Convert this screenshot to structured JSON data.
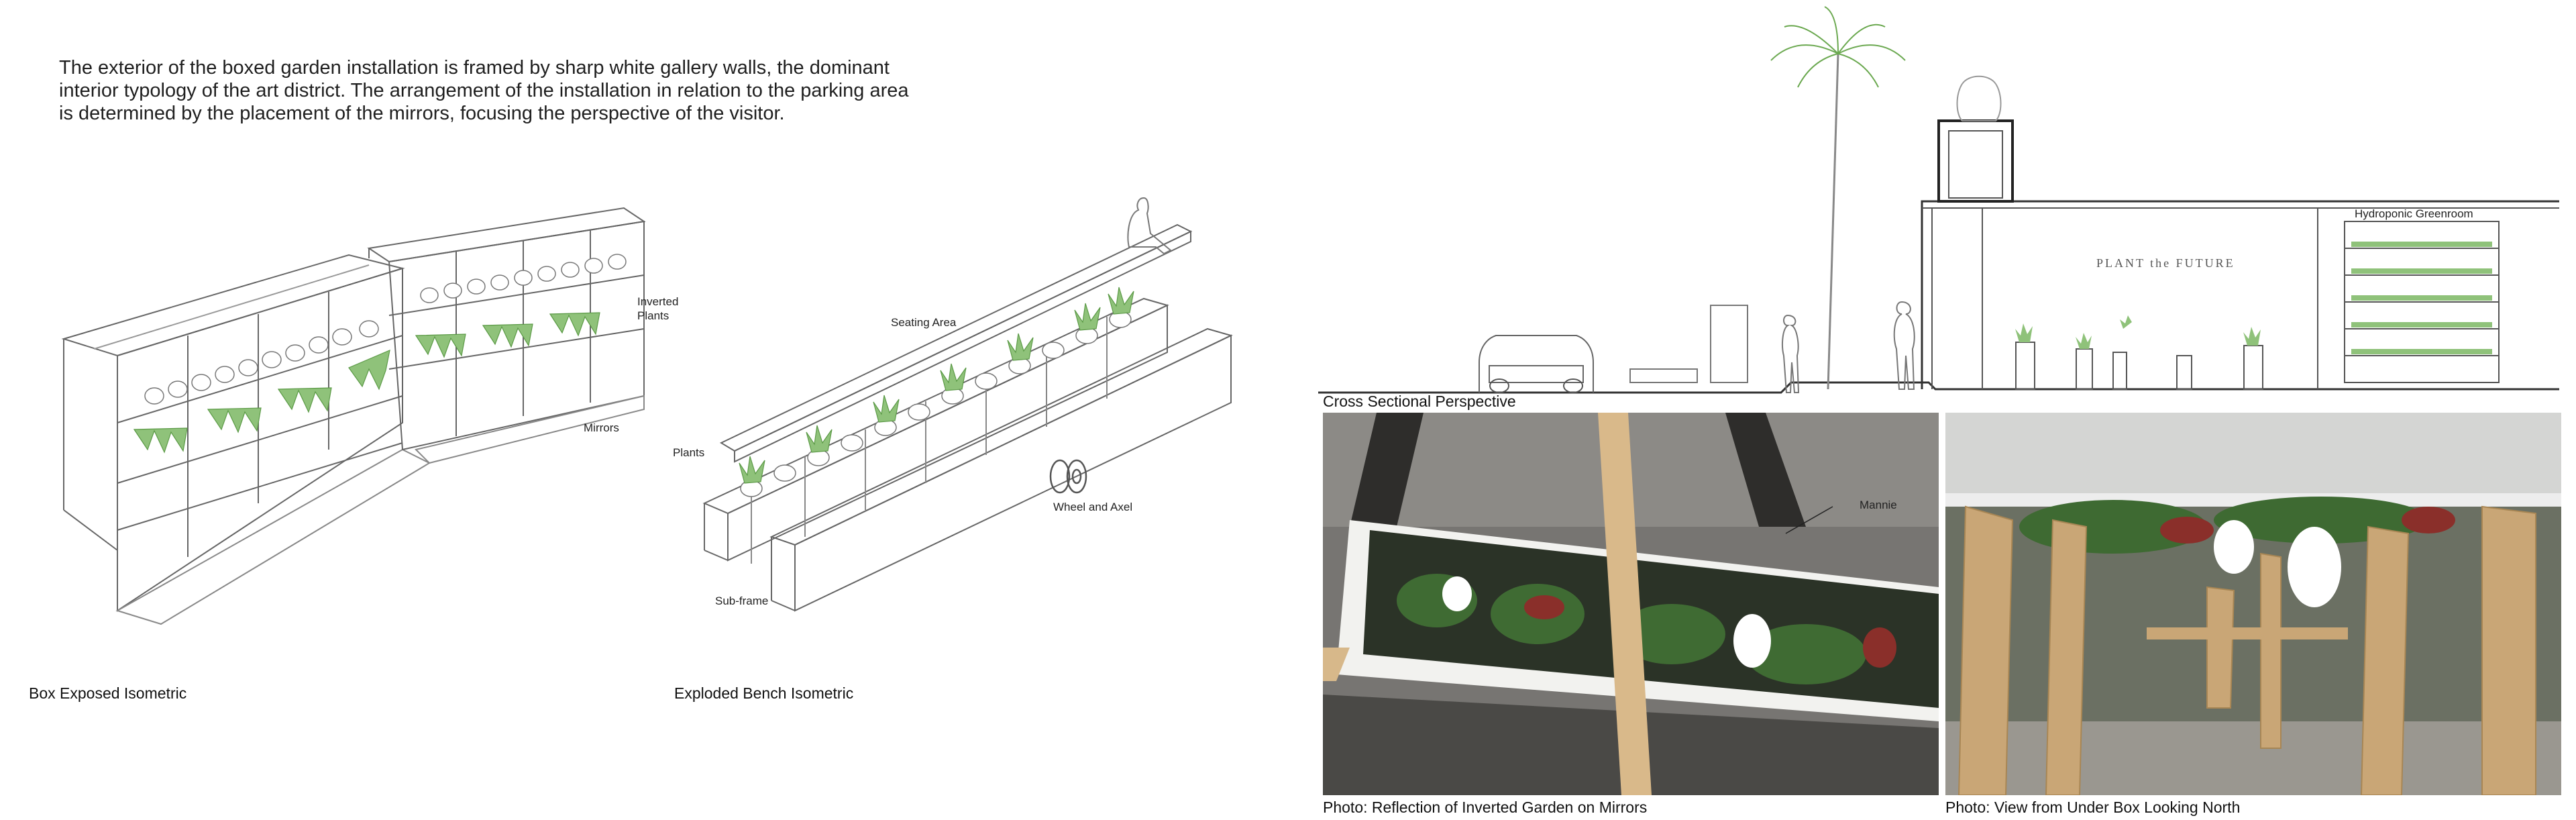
{
  "intro_text": {
    "line1": "The exterior of the boxed garden installation is framed by sharp white gallery walls, the dominant",
    "line2": "interior typology of the art district. The arrangement of the installation in relation to the parking area",
    "line3": "is determined by the placement of the mirrors, focusing the perspective of the visitor."
  },
  "box_isometric": {
    "caption": "Box Exposed Isometric",
    "label_inverted_plants_1": "Inverted",
    "label_inverted_plants_2": "Plants",
    "label_mirrors": "Mirrors"
  },
  "bench_isometric": {
    "caption": "Exploded Bench Isometric",
    "label_seating": "Seating Area",
    "label_plants": "Plants",
    "label_wheel": "Wheel and Axel",
    "label_subframe": "Sub-frame"
  },
  "section": {
    "caption": "Cross Sectional Perspective",
    "greenroom_label": "Hydroponic Greenroom",
    "sign_text": "PLANT the FUTURE"
  },
  "photos": {
    "left_caption": "Photo: Reflection of Inverted Garden on Mirrors",
    "left_annotation": "Mannie",
    "right_caption": "Photo: View from Under Box Looking North"
  },
  "colors": {
    "line": "#555555",
    "plant": "#6aa84f",
    "asphalt": "#6e6c69",
    "wood": "#d9b98a"
  }
}
